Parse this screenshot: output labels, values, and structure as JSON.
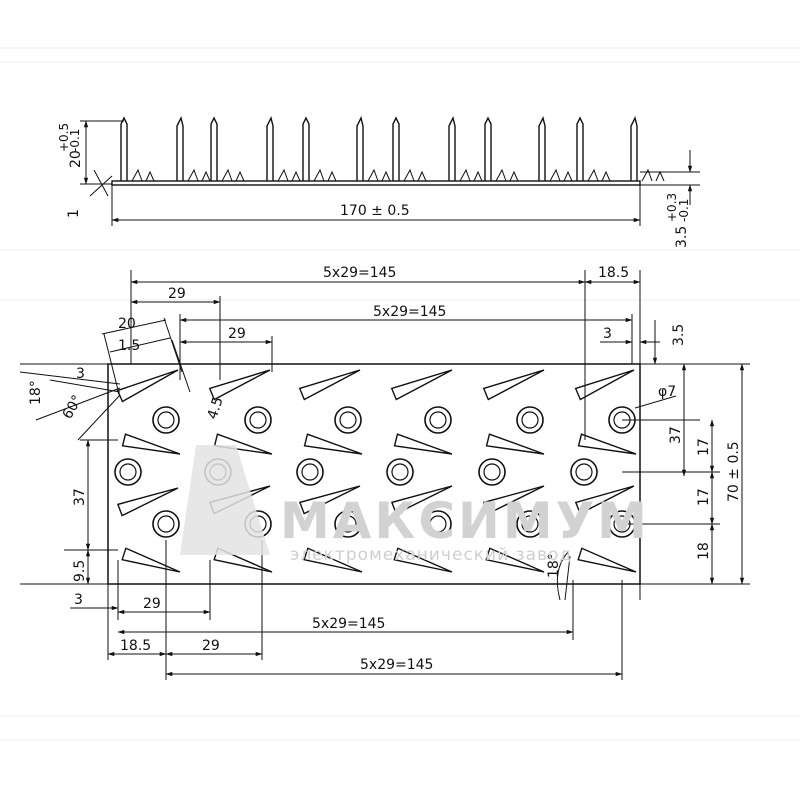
{
  "colors": {
    "ink": "#111111",
    "paper": "#ffffff",
    "watermark": "#d2d2d2"
  },
  "side_view": {
    "height_dim": "20",
    "height_tol_up": "+0.5",
    "height_tol_dn": "-0.1",
    "length_dim": "170 ± 0.5",
    "thickness_dim": "1",
    "base_dim": "3.5",
    "base_tol_up": "+0.3",
    "base_tol_dn": "-0.1"
  },
  "plan_view": {
    "top_pitch_1": "5x29=145",
    "top_offset_1": "18.5",
    "top_pitch_2": "5x29=145",
    "top_step_1": "29",
    "top_step_2": "29",
    "top_small_1": "20",
    "top_small_2": "1.5",
    "top_small_3": "3",
    "top_small_4": "3.5",
    "tooth_pitch": "4.5",
    "angle_1": "18°",
    "angle_2": "60°",
    "angle_3": "18°",
    "small_3": "3",
    "hole_dia": "φ7",
    "right_dim_37": "37",
    "right_dim_17a": "17",
    "right_dim_17b": "17",
    "right_dim_18": "18",
    "width_dim": "70 ± 0.5",
    "left_dim_37": "37",
    "left_dim_95": "9.5",
    "bottom_small_3": "3",
    "bottom_step_1": "29",
    "bottom_pitch_1": "5x29=145",
    "bottom_offset": "18.5",
    "bottom_step_2": "29",
    "bottom_pitch_2": "5x29=145"
  },
  "watermark": {
    "brand": "МАКСИМУМ",
    "tagline": "электромеханический завод"
  }
}
